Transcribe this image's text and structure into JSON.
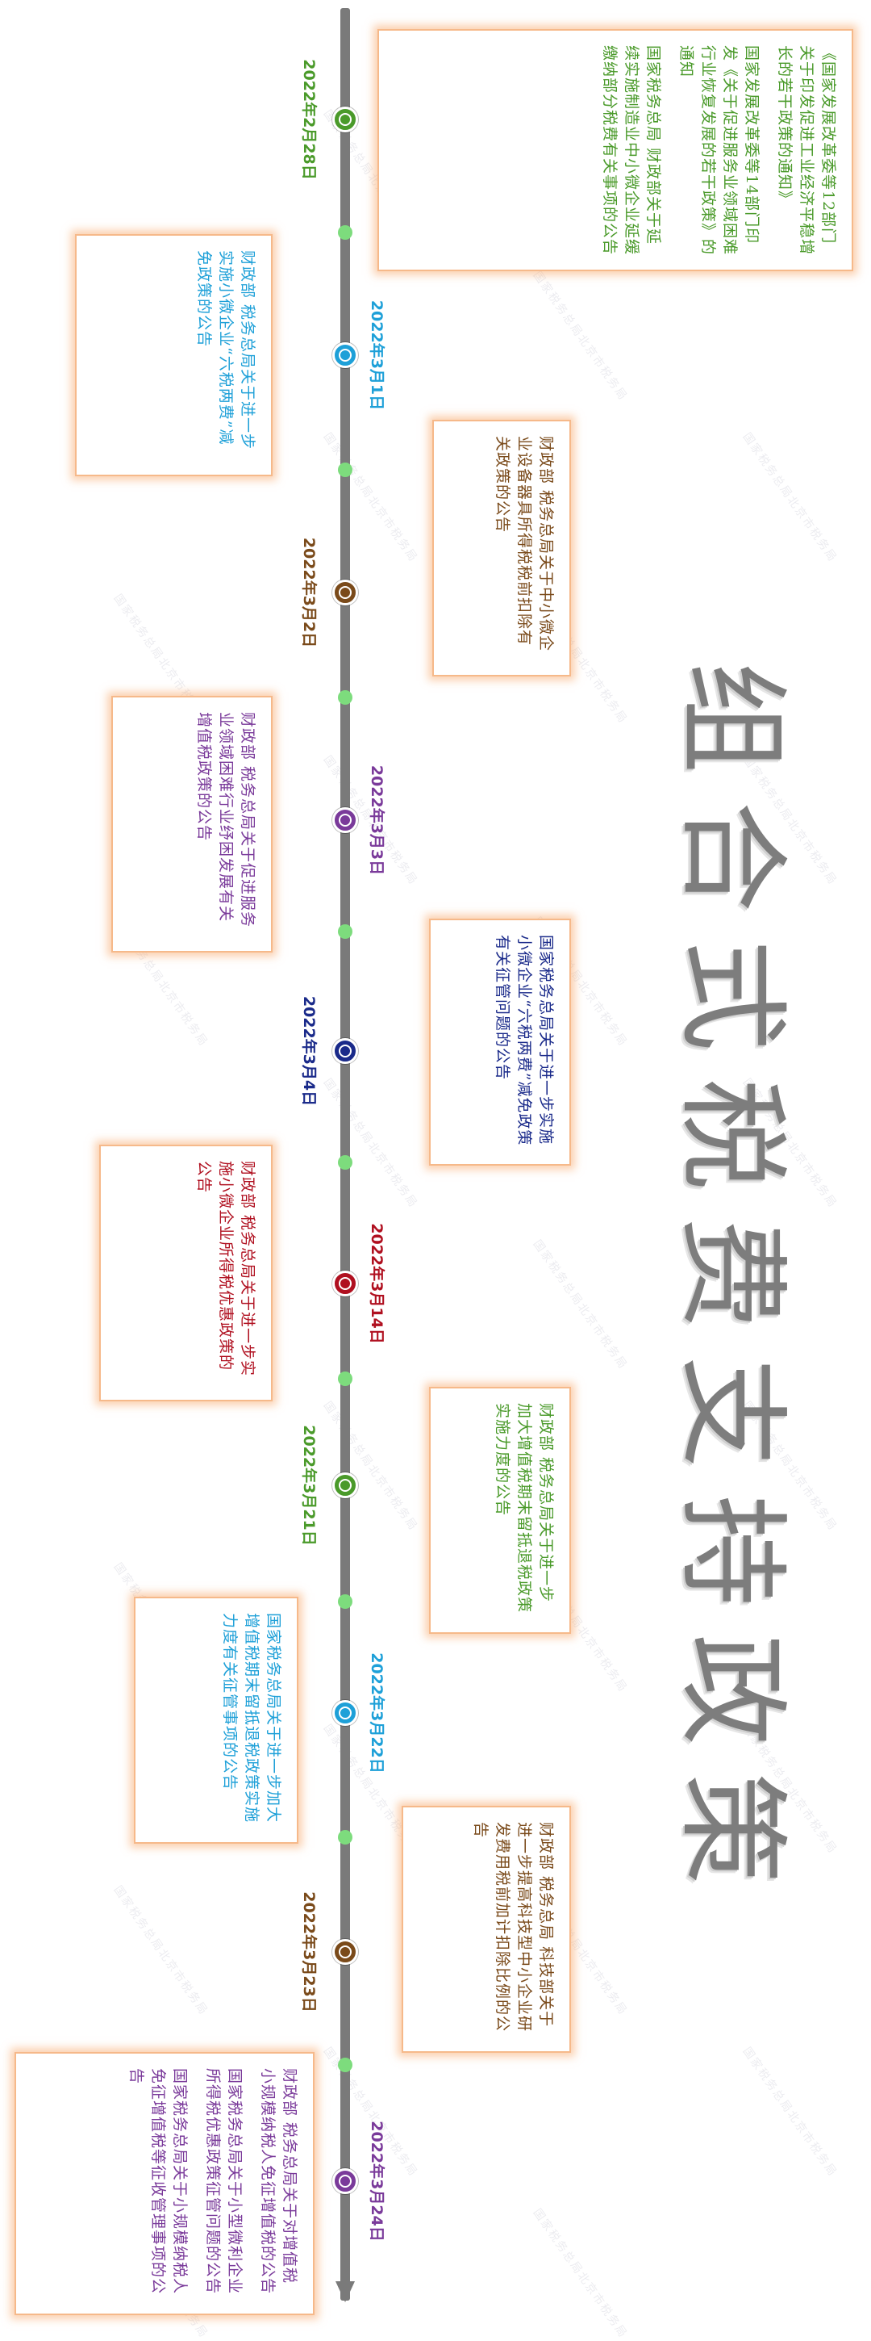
{
  "title": "组合式税费支持政策",
  "watermark": "国家税务总局北京市税务局",
  "timeline": [
    {
      "date": "2022年2月28日",
      "color": "#4a9a2a",
      "items": [
        "《国家发展改革委等12部门关于印发促进工业经济平稳增长的若干政策的通知》",
        "国家发展改革委等14部门印发《关于促进服务业领域困难行业恢复发展的若干政策》的通知",
        "国家税务总局 财政部关于延续实施制造业中小微企业延缓缴纳部分税费有关事项的公告"
      ]
    },
    {
      "date": "2022年3月1日",
      "color": "#1ea0d8",
      "items": [
        "财政部 税务总局关于进一步实施小微企业“六税两费”减免政策的公告"
      ]
    },
    {
      "date": "2022年3月2日",
      "color": "#7a4a1a",
      "items": [
        "财政部 税务总局关于中小微企业设备器具所得税税前扣除有关政策的公告"
      ]
    },
    {
      "date": "2022年3月3日",
      "color": "#7a3a9a",
      "items": [
        "财政部 税务总局关于促进服务业领域困难行业纾困发展有关增值税政策的公告"
      ]
    },
    {
      "date": "2022年3月4日",
      "color": "#1a2a8a",
      "items": [
        "国家税务总局关于进一步实施小微企业“六税两费”减免政策有关征管问题的公告"
      ]
    },
    {
      "date": "2022年3月14日",
      "color": "#b01020",
      "items": [
        "财政部 税务总局关于进一步实施小微企业所得税优惠政策的公告"
      ]
    },
    {
      "date": "2022年3月21日",
      "color": "#4a9a2a",
      "items": [
        "财政部 税务总局关于进一步加大增值税期末留抵退税政策实施力度的公告"
      ]
    },
    {
      "date": "2022年3月22日",
      "color": "#1ea0d8",
      "items": [
        "国家税务总局关于进一步加大增值税期末留抵退税政策实施力度有关征管事项的公告"
      ]
    },
    {
      "date": "2022年3月23日",
      "color": "#7a4a1a",
      "items": [
        "财政部 税务总局 科技部关于进一步提高科技型中小企业研发费用税前加计扣除比例的公告"
      ]
    },
    {
      "date": "2022年3月24日",
      "color": "#7a3a9a",
      "items": [
        "财政部 税务总局关于对增值税小规模纳税人免征增值税的公告",
        "国家税务总局关于小型微利企业所得税优惠政策征管问题的公告",
        "国家税务总局关于小规模纳税人免征增值税等征收管理事项的公告"
      ]
    }
  ]
}
